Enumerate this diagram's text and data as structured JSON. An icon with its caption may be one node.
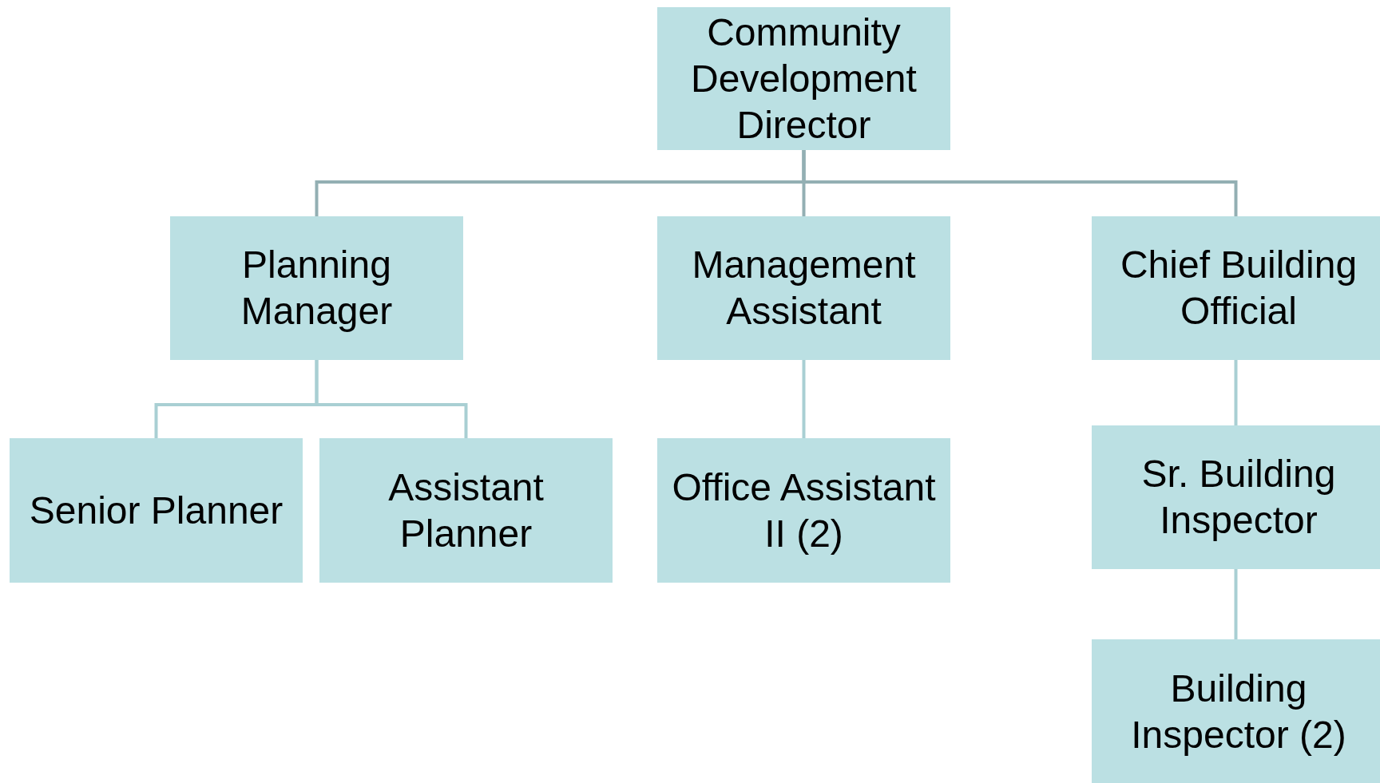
{
  "diagram": {
    "nodes": [
      {
        "text": [
          "Community Development Director"
        ]
      },
      {
        "text": [
          "Planning Manager"
        ]
      },
      {
        "text": [
          "Management Assistant"
        ]
      },
      {
        "text": [
          "Chief Building Official"
        ]
      },
      {
        "text": [
          "Senior Planner"
        ]
      },
      {
        "text": [
          "Assistant Planner"
        ]
      },
      {
        "text": [
          "Office Assistant II (2)"
        ]
      },
      {
        "text": [
          "Sr. Building Inspector"
        ]
      },
      {
        "text": [
          "Building Inspector (2)"
        ]
      }
    ],
    "edges": [
      {
        "from": 0,
        "to": 1,
        "arrow": "none",
        "color": "#93afb3"
      },
      {
        "from": 0,
        "to": 2,
        "arrow": "none",
        "color": "#93afb3"
      },
      {
        "from": 0,
        "to": 3,
        "arrow": "none",
        "color": "#93afb3"
      },
      {
        "from": 1,
        "to": 4,
        "arrow": "none"
      },
      {
        "from": 1,
        "to": 5,
        "arrow": "none"
      },
      {
        "from": 2,
        "to": 6,
        "arrow": "none"
      },
      {
        "from": 3,
        "to": 7,
        "arrow": "none"
      },
      {
        "from": 7,
        "to": 8,
        "arrow": "none"
      }
    ]
  }
}
